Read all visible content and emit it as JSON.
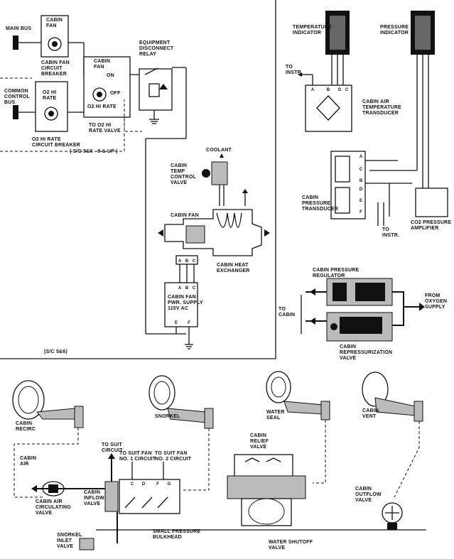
{
  "labels": {
    "main_bus": "MAIN BUS",
    "cabin_fan_cb_title": "CABIN\nFAN",
    "cabin_fan_cb": "CABIN FAN\nCIRCUIT\nBREAKER",
    "cabin_fan_switch_title": "CABIN\nFAN",
    "on": "ON",
    "off": "OFF",
    "o2_hi_rate_switch": "O2 HI RATE",
    "common_control_bus": "COMMON\nCONTROL\nBUS",
    "o2_hi_rate_cb_title": "O2 HI\nRATE",
    "o2_hi_rate_cb": "O2 HI RATE\nCIRCUIT BREAKER",
    "to_o2_hi_rate_valve": "TO O2 HI\nRATE VALVE",
    "sc_5_6_8_up": "( S/C 5&6 - 8 & UP )",
    "equipment_relay": "EQUIPMENT\nDISCONNECT\nRELAY",
    "coolant": "COOLANT",
    "cabin_temp_control_valve": "CABIN\nTEMP\nCONTROL\nVALVE",
    "cabin_fan": "CABIN FAN",
    "cabin_heat_exchanger": "CABIN HEAT\nEXCHANGER",
    "cabin_fan_pwr_supply": "CABIN FAN\nPWR. SUPPLY\n115V AC",
    "sc_5_6": "(S/C 5&6)",
    "temperature_indicator": "TEMPERATURE\nINDICATOR",
    "pressure_indicator": "PRESSURE\nINDICATOR",
    "to_instr_1": "TO\nINSTR.",
    "cabin_air_temp_transducer": "CABIN AIR\nTEMPERATURE\nTRANSDUCER",
    "cabin_pressure_transducer": "CABIN\nPRESSURE\nTRANSDUCER",
    "to_instr_2": "TO\nINSTR.",
    "co2_pressure_amplifier": "CO2 PRESSURE\nAMPLIFIER",
    "cabin_pressure_regulator": "CABIN PRESSURE\nREGULATOR",
    "to_cabin": "TO\nCABIN",
    "from_oxygen_supply": "FROM\nOXYGEN\nSUPPLY",
    "cabin_repressurization_valve": "CABIN\nREPRESSURIZATION\nVALVE",
    "cabin_recirc": "CABIN\nRECIRC",
    "snorkel": "SNORKEL",
    "water_seal": "WATER\nSEAL",
    "cabin_vent": "CABIN\nVENT",
    "cabin_air": "CABIN\nAIR",
    "cabin_air_circulating_valve": "CABIN AIR\nCIRCULATING\nVALVE",
    "to_suit_circuit": "TO SUIT\nCIRCUIT",
    "to_suit_fan_1": "TO SUIT FAN\nNO. 1 CIRCUIT",
    "to_suit_fan_2": "TO SUIT FAN\nNO. 2 CIRCUIT",
    "cabin_inflow_valve": "CABIN\nINFLOW\nVALVE",
    "cabin_relief_valve": "CABIN\nRELIEF\nVALVE",
    "small_pressure_bulkhead": "SMALL PRESSURE\nBULKHEAD",
    "water_shutoff_valve": "WATER SHUTOFF\nVALVE",
    "cabin_outflow_valve": "CABIN\nOUTFLOW\nVALVE",
    "snorkel_inlet_valve": "SNORKEL\nINLET\nVALVE"
  },
  "pins": {
    "temp_transducer": [
      "A",
      "B",
      "D",
      "C"
    ],
    "pressure_transducer": [
      "A",
      "C",
      "B",
      "D",
      "E",
      "F"
    ],
    "fan": [
      "A",
      "B",
      "C"
    ],
    "supply_top": [
      "A",
      "B",
      "C"
    ],
    "supply_bottom": [
      "E",
      "F"
    ],
    "inflow": [
      "C",
      "D",
      "F",
      "G"
    ]
  },
  "colors": {
    "ink": "#111111",
    "paper": "#ffffff",
    "shade": "#bbbbbb"
  }
}
